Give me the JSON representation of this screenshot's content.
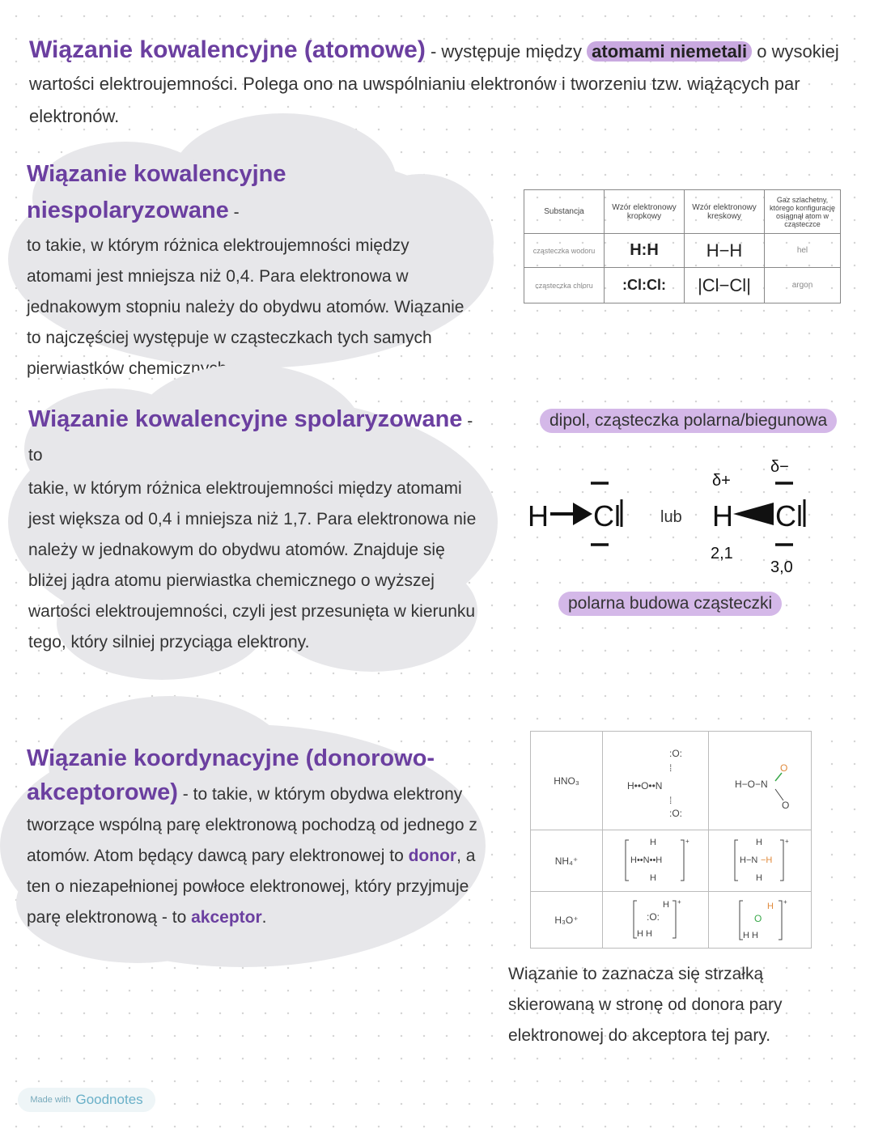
{
  "intro": {
    "title": "Wiązanie kowalencyjne (atomowe)",
    "text_before": " - występuje między ",
    "highlight": "atomami niemetali",
    "text_after": " o wysokiej wartości elektroujemności. Polega ono na uwspólnianiu elektronów i tworzeniu tzw. wiążących par elektronów."
  },
  "section1": {
    "title": "Wiązanie kowalencyjne niespolaryzowane",
    "dash": " -",
    "text": "to takie, w którym różnica elektroujemności między atomami jest mniejsza niż 0,4. Para elektronowa w jednakowym stopniu należy do obydwu atomów. Wiązanie to najczęściej występuje w cząsteczkach tych samych pierwiastków chemicznych."
  },
  "table1": {
    "headers": [
      "Substancja",
      "Wzór elektronowy kropkowy",
      "Wzór elektronowy kreskowy",
      "Gaz szlachetny, którego konfigurację osiągnął atom w cząsteczce"
    ],
    "rows": [
      [
        "cząsteczka wodoru",
        "H:H",
        "H−H",
        "hel"
      ],
      [
        "cząsteczka chloru",
        ":Cl:Cl:",
        "|Cl−Cl|",
        "argon"
      ]
    ]
  },
  "section2": {
    "title": "Wiązanie kowalencyjne spolaryzowane",
    "dash": " - to",
    "text": "takie, w którym różnica elektroujemności między atomami jest większa od 0,4 i mniejsza niż 1,7. Para elektronowa nie należy w jednakowym do obydwu atomów. Znajduje się bliżej jądra atomu pierwiastka chemicznego o wyższej wartości elektroujemności, czyli jest przesunięta w kierunku tego, który silniej przyciąga elektrony."
  },
  "dipole": {
    "label_top": "dipol, cząsteczka polarna/biegunowa",
    "label_bottom": "polarna budowa cząsteczki",
    "h": "H",
    "cl": "Cl",
    "or": "lub",
    "delta_plus": "δ+",
    "delta_minus": "δ−",
    "en_h": "2,1",
    "en_cl": "3,0"
  },
  "section3": {
    "title_line1": "Wiązanie koordynacyjne (donorowo-",
    "title_line2": "akceptorowe)",
    "text_a": " - to takie, w którym obydwa elektrony tworzące wspólną parę elektronową pochodzą od jednego z atomów. Atom będący dawcą pary elektronowej to ",
    "donor": "donor",
    "text_b": ", a ten o niezapełnionej powłoce elektronowej, który przyjmuje parę elektronową - to ",
    "acceptor": "akceptor",
    "text_c": "."
  },
  "table2": {
    "rows": [
      "HNO₃",
      "NH₄⁺",
      "H₃O⁺"
    ]
  },
  "arrow_note": "Wiązanie to zaznacza się strzałką skierowaną w stronę od donora pary elektronowej do akceptora tej pary.",
  "badge": {
    "made_with": "Made with",
    "brand": "Goodnotes"
  },
  "colors": {
    "purple": "#6b3fa0",
    "highlight": "#c9a9e0",
    "pill": "#d4b8e8",
    "cloud": "#e7e7ea",
    "orange": "#e08a3c",
    "green": "#3aa84a"
  }
}
